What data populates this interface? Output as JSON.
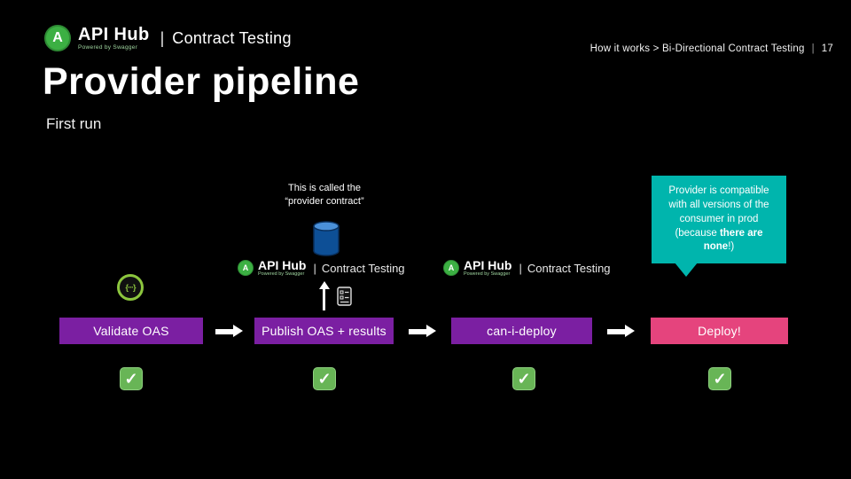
{
  "header": {
    "brand": "API Hub",
    "powered_by": "Powered by Swagger",
    "divider": "|",
    "product": "Contract Testing",
    "breadcrumb": "How it works > Bi-Directional Contract Testing",
    "page_number": "17"
  },
  "title": "Provider pipeline",
  "subtitle": "First run",
  "annotation": {
    "line1": "This is called the",
    "line2": "“provider contract”"
  },
  "mini_logo": {
    "brand": "API Hub",
    "powered_by": "Powered by Swagger",
    "divider": "|",
    "product": "Contract Testing"
  },
  "callout": {
    "text_before": "Provider is compatible with all versions of the consumer in prod (because ",
    "text_bold": "there are none",
    "text_after": "!)"
  },
  "pipeline": {
    "steps": [
      {
        "label": "Validate OAS"
      },
      {
        "label": "Publish OAS + results"
      },
      {
        "label": "can-i-deploy"
      },
      {
        "label": "Deploy!"
      }
    ]
  },
  "colors": {
    "step_purple": "#7b1fa2",
    "step_pink": "#e5447d",
    "callout_teal": "#00b5ad",
    "logo_green": "#3cb043",
    "check_green": "#68b556",
    "database_blue": "#1565c0",
    "oas_green": "#8cc63e"
  },
  "icons": {
    "check": "✓",
    "logo_letter": "A",
    "oas_glyph": "{···}"
  }
}
